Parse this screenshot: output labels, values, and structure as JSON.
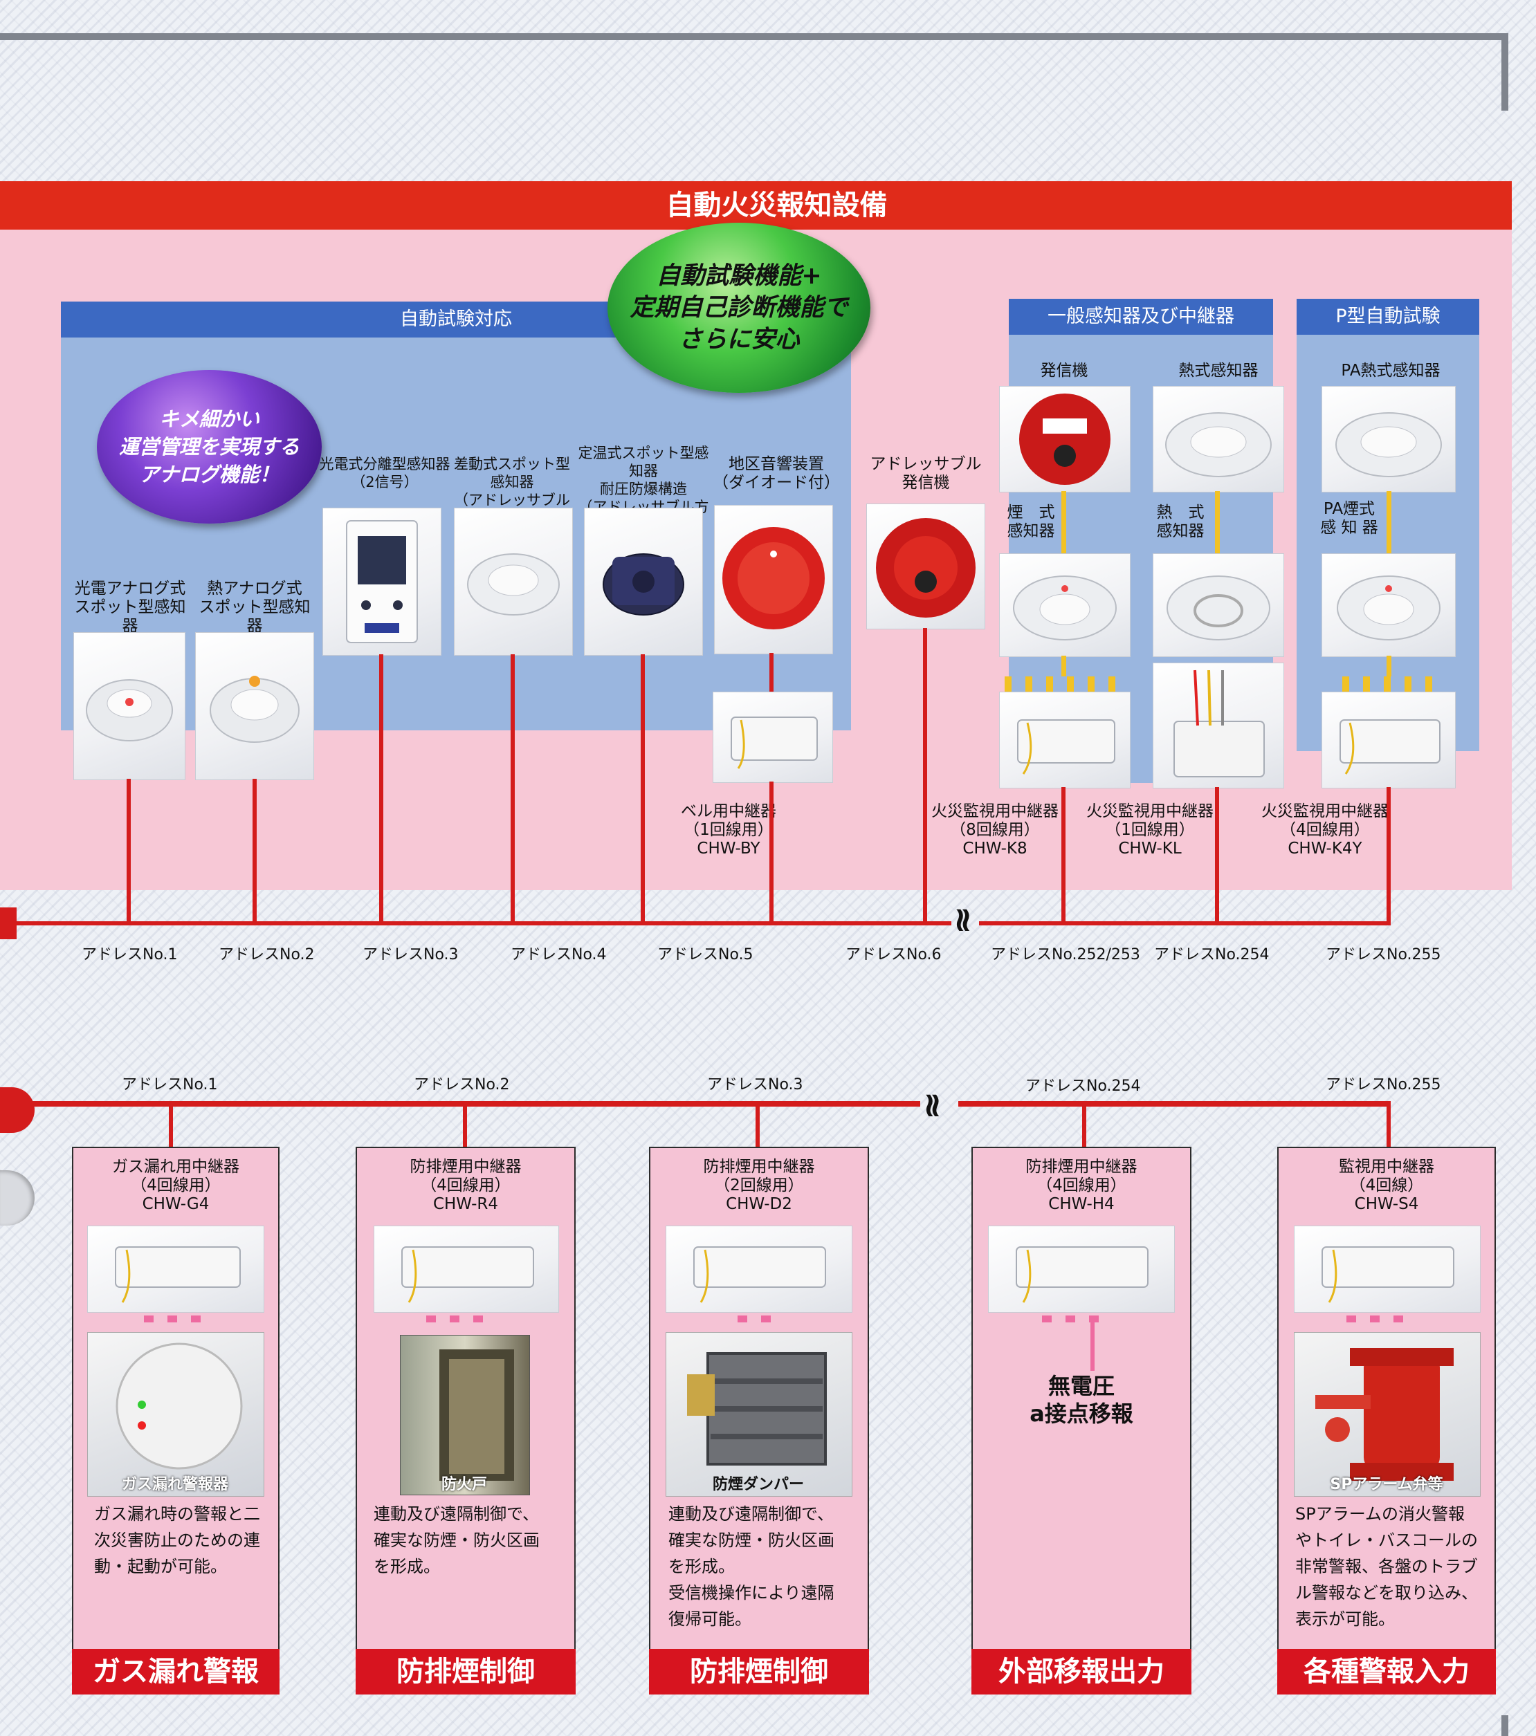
{
  "system_title": "自動火災報知設備",
  "green_badge": "自動試験機能+\n定期自己診断機能で\nさらに安心",
  "purple_badge": "キメ細かい\n運営管理を実現する\nアナログ機能！",
  "section_auto_test": "自動試験対応",
  "section_general": "一般感知器及び中継器",
  "section_p_type": "P型自動試験",
  "devices": {
    "photo_analog": "光電アナログ式\nスポット型感知器",
    "heat_analog": "熱アナログ式\nスポット型感知器",
    "photo_separate": "光電式分離型感知器\n（2信号）",
    "diff_spot": "差動式スポット型感知器\n（アドレッサブル方式）",
    "fixed_temp": "定温式スポット型感知器\n耐圧防爆構造\n（アドレッサブル方式）",
    "bell": "地区音響装置\n（ダイオード付）",
    "addressable_transmitter": "アドレッサブル\n発信機",
    "transmitter": "発信機",
    "heat_detector": "熱式感知器",
    "smoke_detector": "煙　式\n感知器",
    "heat_detector2": "熱　式\n感知器",
    "pa_heat": "PA熱式感知器",
    "pa_smoke": "PA煙式\n感 知 器",
    "bell_relay": "ベル用中継器\n（1回線用）\nCHW-BY",
    "relay_k8": "火災監視用中継器\n（8回線用）\nCHW-K8",
    "relay_kl": "火災監視用中継器\n（1回線用）\nCHW-KL",
    "relay_k4y": "火災監視用中継器\n（4回線用）\nCHW-K4Y"
  },
  "top_addresses": [
    "アドレスNo.1",
    "アドレスNo.2",
    "アドレスNo.3",
    "アドレスNo.4",
    "アドレスNo.5",
    "アドレスNo.6",
    "アドレスNo.252/253",
    "アドレスNo.254",
    "アドレスNo.255"
  ],
  "bottom_addresses": [
    "アドレスNo.1",
    "アドレスNo.2",
    "アドレスNo.3",
    "アドレスNo.254",
    "アドレスNo.255"
  ],
  "break_symbol": "≀≀",
  "boxes": [
    {
      "relay": "ガス漏れ用中継器\n（4回線用）\nCHW-G4",
      "caption": "ガス漏れ警報器",
      "desc": "ガス漏れ時の警報と二\n次災害防止のための連\n動・起動が可能。",
      "foot": "ガス漏れ警報"
    },
    {
      "relay": "防排煙用中継器\n（4回線用）\nCHW-R4",
      "caption": "防火戸",
      "desc": "連動及び遠隔制御で、\n確実な防煙・防火区画\nを形成。",
      "foot": "防排煙制御"
    },
    {
      "relay": "防排煙用中継器\n（2回線用）\nCHW-D2",
      "caption": "防煙ダンパー",
      "desc": "連動及び遠隔制御で、\n確実な防煙・防火区画\nを形成。\n受信機操作により遠隔\n復帰可能。",
      "foot": "防排煙制御"
    },
    {
      "relay": "防排煙用中継器\n（4回線用）\nCHW-H4",
      "caption": "",
      "desc": "",
      "contact": "無電圧\na接点移報",
      "foot": "外部移報出力"
    },
    {
      "relay": "監視用中継器\n（4回線）\nCHW-S4",
      "caption": "SPアラーム弁等",
      "desc": "SPアラームの消火警報\nやトイレ・バスコールの\n非常警報、各盤のトラブ\nル警報などを取り込み、\n表示が可能。",
      "foot": "各種警報入力"
    }
  ],
  "colors": {
    "red": "#e02b1a",
    "pink": "#f7c8d6",
    "blue": "#9ab6df",
    "blue_header": "#3c69c2",
    "yellow": "#f2c224"
  }
}
